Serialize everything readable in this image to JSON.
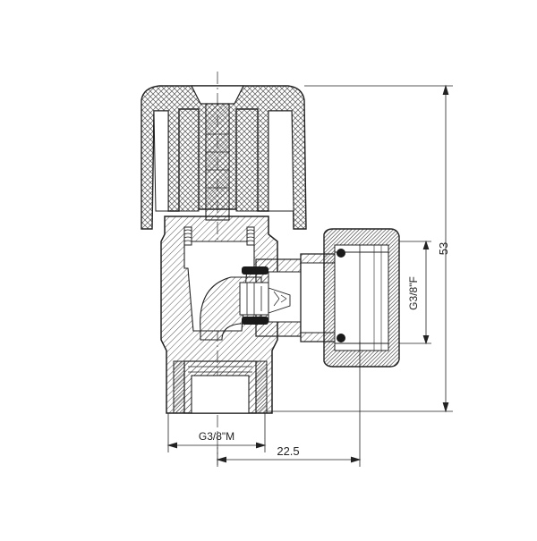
{
  "drawing": {
    "title": "",
    "dimensions": {
      "height": "53",
      "offset": "22.5",
      "bottom_thread": "G3/8\"M",
      "side_thread": "G3/8\"F"
    }
  },
  "colors": {
    "line": "#222222",
    "hatch": "#444444",
    "background": "#ffffff"
  }
}
